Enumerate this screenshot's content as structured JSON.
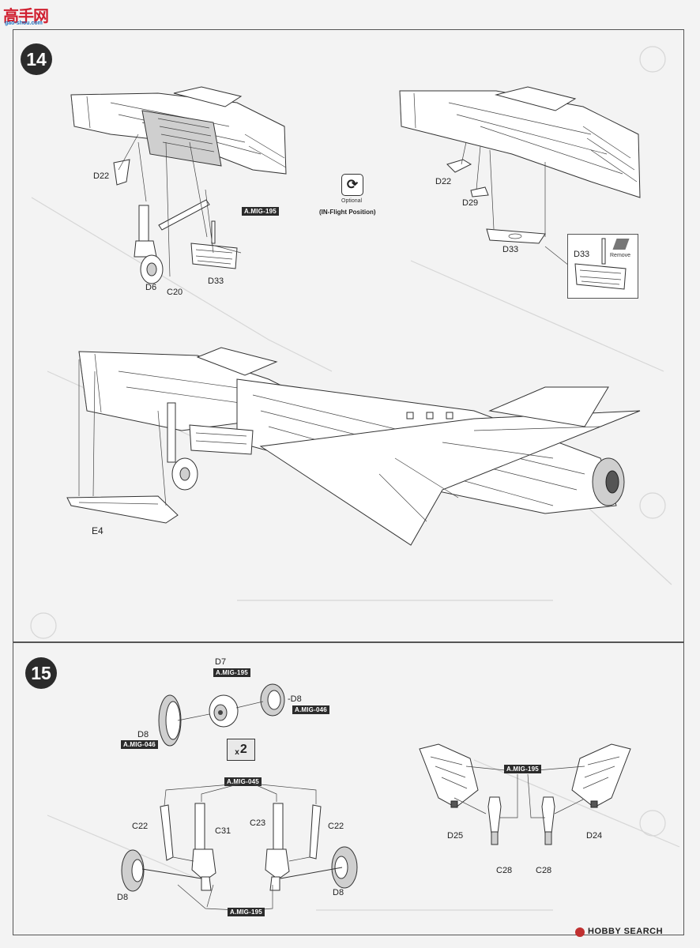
{
  "watermark": {
    "logo_text": "高手网",
    "url": "gao-shou.com",
    "hobby_search": "HOBBY SEARCH"
  },
  "step14": {
    "number": "14",
    "optional_note": "Optional",
    "in_flight_position": "(IN-Flight Position)",
    "parts": {
      "d22_left": "D22",
      "d6": "D6",
      "c20": "C20",
      "d33_left": "D33",
      "d22_right": "D22",
      "d29": "D29",
      "d33_right": "D33",
      "d33_inset": "D33",
      "e4": "E4"
    },
    "paint_codes": {
      "d33_left": "A.MIG-195"
    },
    "inset_note": "Remove"
  },
  "step15": {
    "number": "15",
    "multiplier_prefix": "x",
    "multiplier_value": "2",
    "parts": {
      "d7": "D7",
      "d8_right": "-D8",
      "d8_left": "D8",
      "c22_left": "C22",
      "c31": "C31",
      "c23": "C23",
      "c22_right": "C22",
      "d8_bottom_left": "D8",
      "d8_bottom_right": "D8",
      "d25": "D25",
      "d24": "D24",
      "c28_left": "C28",
      "c28_right": "C28"
    },
    "paint_codes": {
      "d7": "A.MIG-195",
      "d8_right": "A.MIG-046",
      "d8_left": "A.MIG-046",
      "struts": "A.MIG-045",
      "bottom": "A.MIG-195",
      "doors": "A.MIG-195"
    }
  },
  "icons": {
    "optional": "rotate-icon",
    "remove": "cut-icon"
  }
}
